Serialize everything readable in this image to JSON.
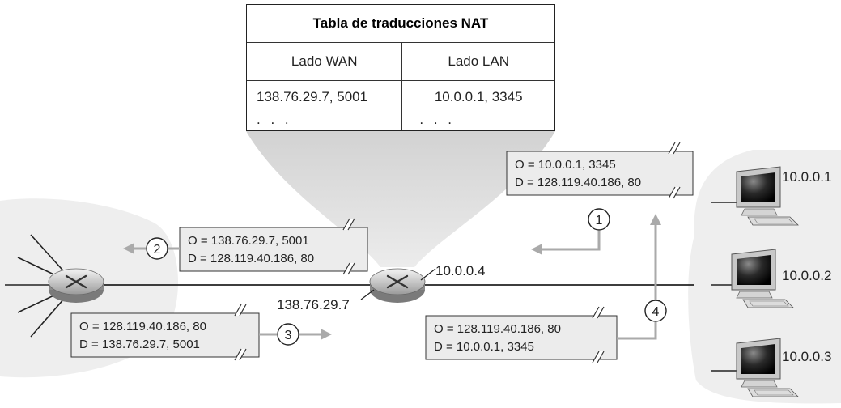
{
  "nat_table": {
    "title": "Tabla de traducciones NAT",
    "col_wan": "Lado WAN",
    "col_lan": "Lado LAN",
    "wan_value": "138.76.29.7, 5001",
    "lan_value": "10.0.0.1, 3345",
    "ellipsis": ". . ."
  },
  "router_labels": {
    "inside_ip": "10.0.0.4",
    "outside_ip": "138.76.29.7"
  },
  "hosts": [
    {
      "ip": "10.0.0.1"
    },
    {
      "ip": "10.0.0.2"
    },
    {
      "ip": "10.0.0.3"
    }
  ],
  "packets": [
    {
      "step": "1",
      "src": "O = 10.0.0.1, 3345",
      "dst": "D = 128.119.40.186, 80"
    },
    {
      "step": "2",
      "src": "O = 138.76.29.7, 5001",
      "dst": "D = 128.119.40.186, 80"
    },
    {
      "step": "3",
      "src": "O = 128.119.40.186, 80",
      "dst": "D = 138.76.29.7, 5001"
    },
    {
      "step": "4",
      "src": "O = 128.119.40.186, 80",
      "dst": "D = 10.0.0.1, 3345"
    }
  ],
  "colors": {
    "packet_fill": "#ececec",
    "cloud": "#eeeeee",
    "funnel": "#e0e0e0",
    "arrow": "#aaaaaa"
  }
}
